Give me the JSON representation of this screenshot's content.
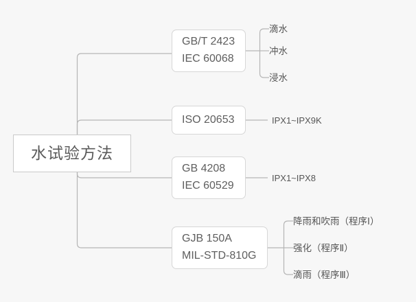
{
  "diagram": {
    "type": "mindmap",
    "title": "水试验方法",
    "colors": {
      "background": "#f7f7f7",
      "node_fill": "#ffffff",
      "node_border": "#d6d6d6",
      "root_border": "#c9c9c9",
      "text": "#5a5a5a",
      "connector": "#b5b5b5"
    },
    "root": {
      "label": "水试验方法"
    },
    "branches": [
      {
        "id": "gbt2423",
        "lines": [
          "GB/T 2423",
          "IEC 60068"
        ],
        "leaves": [
          {
            "label": "滴水"
          },
          {
            "label": "冲水"
          },
          {
            "label": "浸水"
          }
        ]
      },
      {
        "id": "iso20653",
        "lines": [
          "ISO 20653"
        ],
        "leaves": [
          {
            "label": "IPX1~IPX9K"
          }
        ]
      },
      {
        "id": "gb4208",
        "lines": [
          "GB 4208",
          "IEC 60529"
        ],
        "leaves": [
          {
            "label": "IPX1~IPX8"
          }
        ]
      },
      {
        "id": "gjb150a",
        "lines": [
          "GJB 150A",
          "MIL-STD-810G"
        ],
        "leaves": [
          {
            "label": "降雨和吹雨（程序Ⅰ）"
          },
          {
            "label": "强化（程序Ⅱ）"
          },
          {
            "label": "滴雨（程序Ⅲ）"
          }
        ]
      }
    ]
  }
}
